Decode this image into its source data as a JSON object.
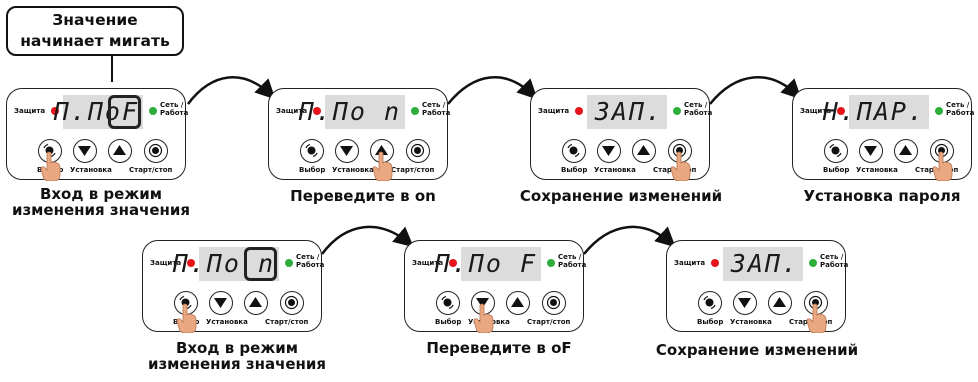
{
  "callout": {
    "line1": "Значение",
    "line2": "начинает мигать"
  },
  "labels": {
    "protection": "Защита",
    "network_line1": "Сеть /",
    "network_line2": "Работа",
    "select": "Выбор",
    "setting": "Установка",
    "start_stop": "Старт/стоп"
  },
  "panels": [
    {
      "display": "П.ПоF",
      "caption": [
        "Вход в режим",
        "изменения значения"
      ]
    },
    {
      "display": "П.По n",
      "caption": [
        "Переведите в on"
      ]
    },
    {
      "display": "ЗАП.",
      "caption": [
        "Сохранение изменений"
      ]
    },
    {
      "display": "Н.ПАР.",
      "caption": [
        "Установка пароля"
      ]
    },
    {
      "display": "П.По n",
      "caption": [
        "Вход в режим",
        "изменения значения"
      ]
    },
    {
      "display": "П.По F",
      "caption": [
        "Переведите в oF"
      ]
    },
    {
      "display": "ЗАП.",
      "caption": [
        "Сохранение изменений"
      ]
    }
  ],
  "colors": {
    "led_protection": "#e8141c",
    "led_network": "#2fae3c",
    "finger": "#e9a882",
    "display_bg": "#dcdcdc"
  }
}
